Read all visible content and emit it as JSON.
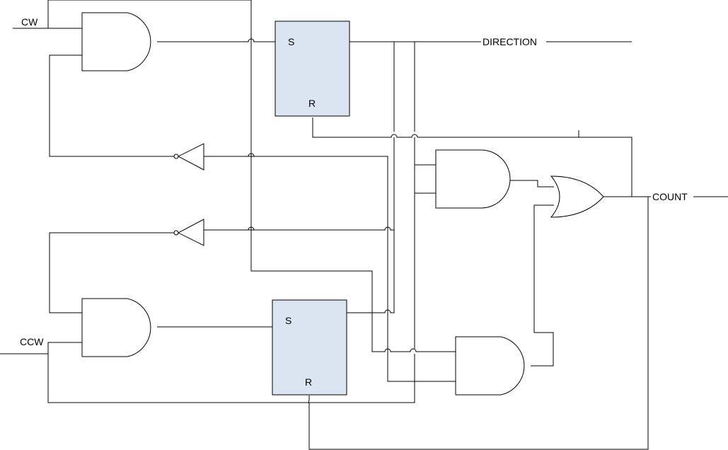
{
  "colors": {
    "wire": "#000000",
    "gate_fill": "#ffffff",
    "flipflop_fill": "#dbe5f1"
  },
  "signals": {
    "cw": "CW",
    "ccw": "CCW",
    "direction": "DIRECTION",
    "count": "COUNT"
  },
  "flipflops": {
    "top": {
      "set": "S",
      "reset": "R"
    },
    "bottom": {
      "set": "S",
      "reset": "R"
    }
  }
}
